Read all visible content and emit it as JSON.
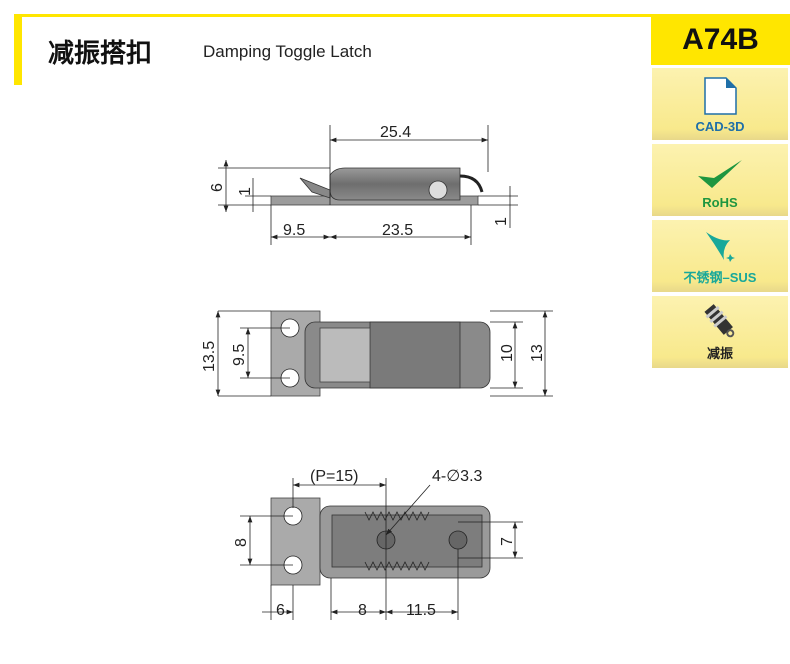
{
  "header": {
    "title_cn": "减振搭扣",
    "title_en": "Damping Toggle Latch"
  },
  "sidebar": {
    "code": "A74B",
    "tiles": [
      {
        "label": "CAD-3D",
        "icon": "document-icon",
        "color": "#1F6FA8"
      },
      {
        "label": "RoHS",
        "icon": "checkmark-icon",
        "color": "#1E9640"
      },
      {
        "label": "不锈钢–SUS",
        "icon": "sparkle-icon",
        "color": "#18A89A"
      },
      {
        "label": "减振",
        "icon": "shock-absorber-icon",
        "color": "#222222"
      }
    ]
  },
  "side_view": {
    "overall": "25.4",
    "left": "9.5",
    "right": "23.5",
    "height": "6",
    "hook_thk": "1",
    "base_thk": "1"
  },
  "top_view": {
    "plate_h": "13.5",
    "hole_pitch": "9.5",
    "body_w": "10",
    "overall_w": "13"
  },
  "bottom_view": {
    "pitch": "(P=15)",
    "holes": "4-∅3.3",
    "hole_pitch": "8",
    "body_holes": "7",
    "edge": "6",
    "a": "8",
    "b": "11.5"
  }
}
